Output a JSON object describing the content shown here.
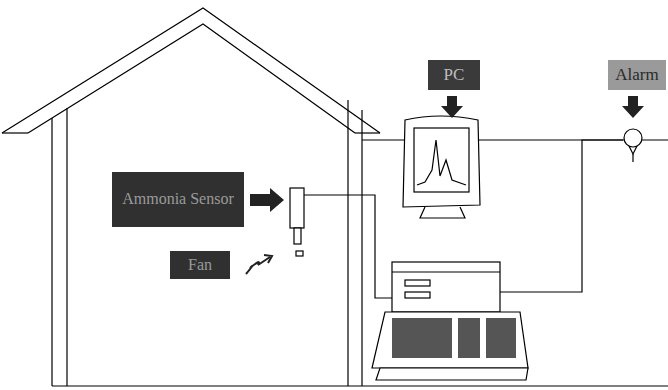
{
  "diagram": {
    "nodes": [
      {
        "text": [
          "PC"
        ]
      },
      {
        "text": [
          "Alarm"
        ]
      },
      {
        "text": [
          "Ammonia Sensor"
        ]
      },
      {
        "text": [
          "Fan"
        ]
      }
    ]
  }
}
